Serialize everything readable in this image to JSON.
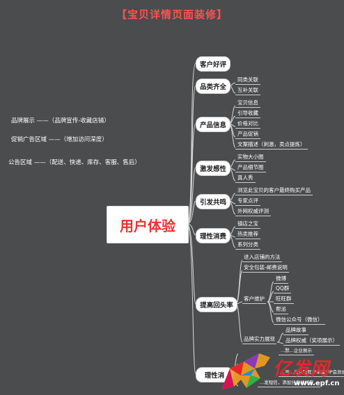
{
  "title": "【宝贝详情页面装修】",
  "side_notes": [
    "品牌展示 ——（品牌宣传-收藏店铺）",
    "促销广告区域 ——（增加访问深度）",
    "公告区域 ——（配送、快递、库存、客服、售后）"
  ],
  "hub": "用户体验",
  "nodes": {
    "kehu_haoping": "客户好评",
    "pinlei_qiquan": "品类齐全",
    "chanpin_xinxi": "产品信息",
    "jifa_ganxing": "激发感性",
    "yinfa_gongming": "引发共鸣",
    "lixing_xiaofei": "理性消费",
    "tigao_huitoulv": "提高回头率",
    "bottom": "理性消"
  },
  "leaves": {
    "pinlei": [
      "同类关联",
      "互补关联"
    ],
    "chanpin": [
      "宝贝信息",
      "引导收藏",
      "价格对比",
      "产品促销",
      "文案描述（刺激，卖点提炼）"
    ],
    "jifa": [
      "实物大小图",
      "产品细节图",
      "真人秀"
    ],
    "gongming": [
      "浏览此宝贝的客户最终购买产品",
      "专家点评",
      "外网权威评测"
    ],
    "lixing": [
      "镇店之宝",
      "热卖推荐",
      "系列分类"
    ],
    "tigao_top": [
      "进入店铺的方法",
      "安全包装-邮费说明"
    ],
    "kehu_weihu": "客户维护",
    "weihu_items": [
      "微博",
      "QQ群",
      "旺旺群",
      "帮派",
      "微信公众号（微信）"
    ],
    "pinpai_shili": "品牌实力展现",
    "shili_items": [
      "品牌故事",
      "品牌权威（奖项展示）"
    ],
    "bottom_partial": [
      "...默...企业展示",
      "...号...关注旺旺并享受VIP会员价",
      "...发短信，添加分享给好友..."
    ]
  },
  "watermark": {
    "brand": "亿发网",
    "url": "www.epf.cn"
  },
  "colors": {
    "background": "#4a4c4e",
    "title_red": "#ff5050",
    "hub_text": "#f03030",
    "line": "#d8d8d8"
  }
}
